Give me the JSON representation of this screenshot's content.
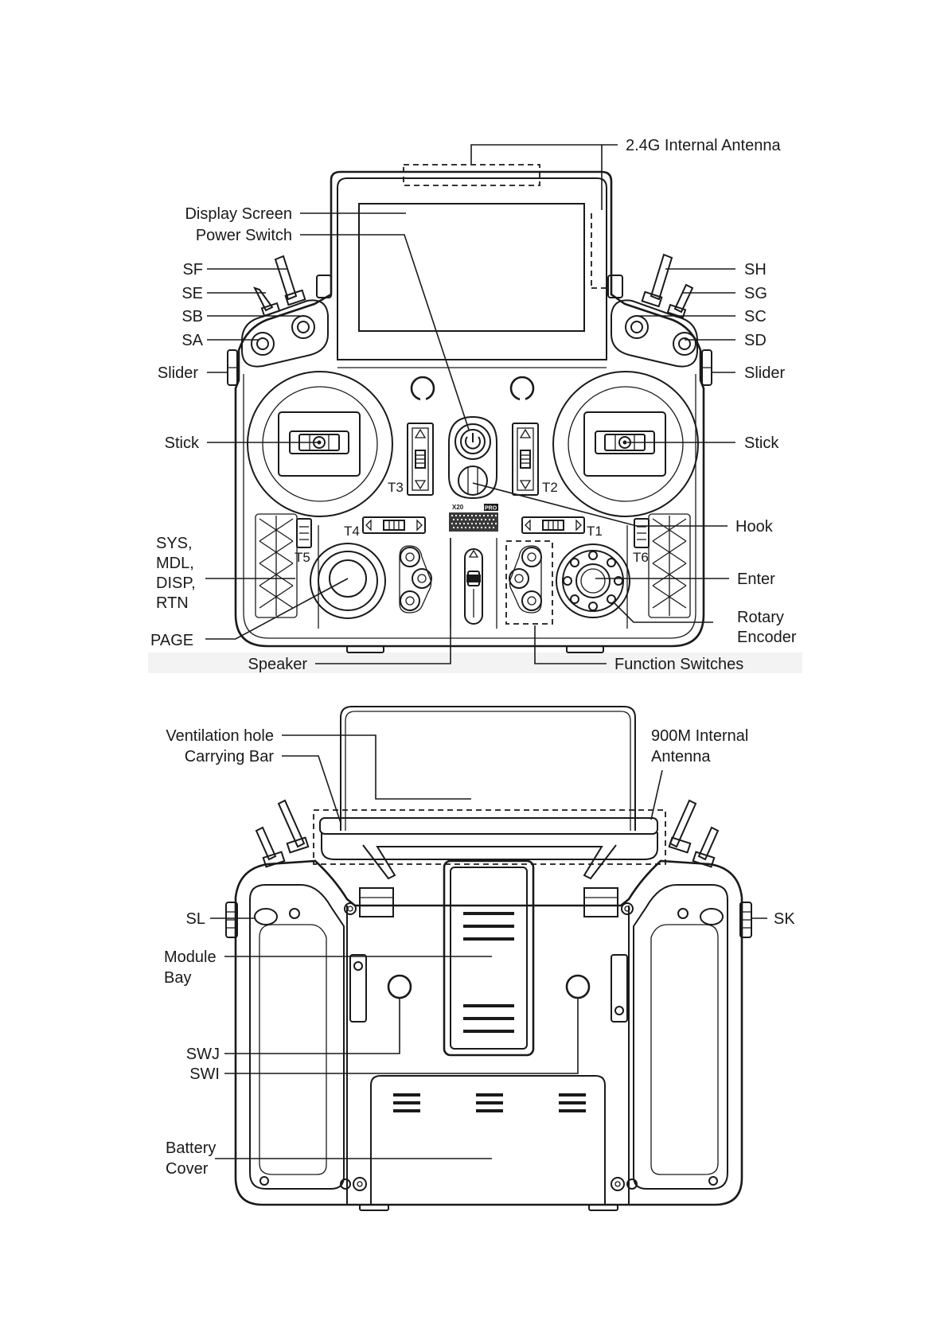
{
  "front_labels": {
    "antenna_24g": "2.4G Internal Antenna",
    "display_screen": "Display Screen",
    "power_switch": "Power Switch",
    "sf": "SF",
    "se": "SE",
    "sb": "SB",
    "sa": "SA",
    "slider_left": "Slider",
    "stick_left": "Stick",
    "sys_line1": "SYS,",
    "sys_line2": "MDL,",
    "sys_line3": "DISP,",
    "sys_line4": "RTN",
    "page": "PAGE",
    "speaker": "Speaker",
    "sh": "SH",
    "sg": "SG",
    "sc": "SC",
    "sd": "SD",
    "slider_right": "Slider",
    "stick_right": "Stick",
    "hook": "Hook",
    "enter": "Enter",
    "rotary_line1": "Rotary",
    "rotary_line2": "Encoder",
    "function_switches": "Function Switches",
    "t1": "T1",
    "t2": "T2",
    "t3": "T3",
    "t4": "T4",
    "t5": "T5",
    "t6": "T6",
    "brand": "X20",
    "brand_badge": "PRO"
  },
  "back_labels": {
    "ventilation_hole": "Ventilation hole",
    "carrying_bar": "Carrying Bar",
    "antenna_900m_line1": "900M Internal",
    "antenna_900m_line2": "Antenna",
    "sl": "SL",
    "sk": "SK",
    "module_line1": "Module",
    "module_line2": "Bay",
    "swj": "SWJ",
    "swi": "SWI",
    "battery_line1": "Battery",
    "battery_line2": "Cover"
  }
}
